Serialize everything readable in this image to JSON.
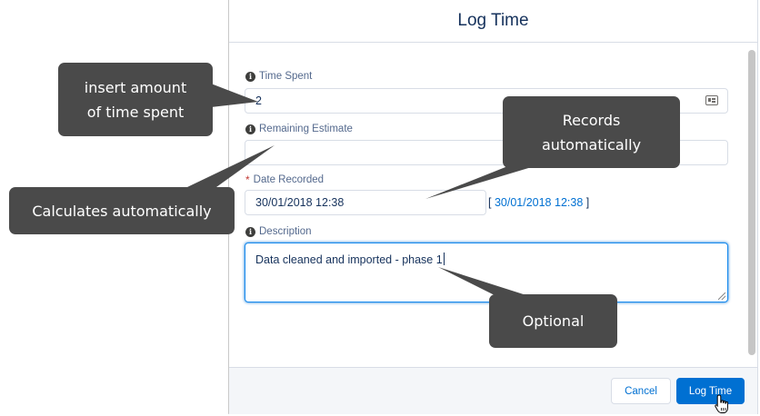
{
  "modal": {
    "title": "Log Time"
  },
  "fields": {
    "time_spent": {
      "label": "Time Spent",
      "value": "2"
    },
    "remaining_estimate": {
      "label": "Remaining Estimate",
      "value": ""
    },
    "date_recorded": {
      "required_mark": "*",
      "label": "Date Recorded",
      "value": "30/01/2018 12:38",
      "bracket_open": "[ ",
      "link_value": "30/01/2018 12:38",
      "bracket_close": " ]"
    },
    "description": {
      "label": "Description",
      "value": "Data cleaned and imported - phase 1"
    }
  },
  "footer": {
    "cancel_label": "Cancel",
    "submit_label": "Log Time"
  },
  "callouts": {
    "time_spent_line1": "insert amount",
    "time_spent_line2": "of time spent",
    "calculates": "Calculates automatically",
    "records_line1": "Records",
    "records_line2": "automatically",
    "optional": "Optional"
  },
  "icons": {
    "info": "info-icon",
    "time_input": "card-icon",
    "cursor": "hand-pointer-icon"
  },
  "colors": {
    "callout_background": "#4a4a4a",
    "primary_button": "#0070d2",
    "link": "#0070d2",
    "focus_border": "#1589ee",
    "required": "#c23934"
  }
}
